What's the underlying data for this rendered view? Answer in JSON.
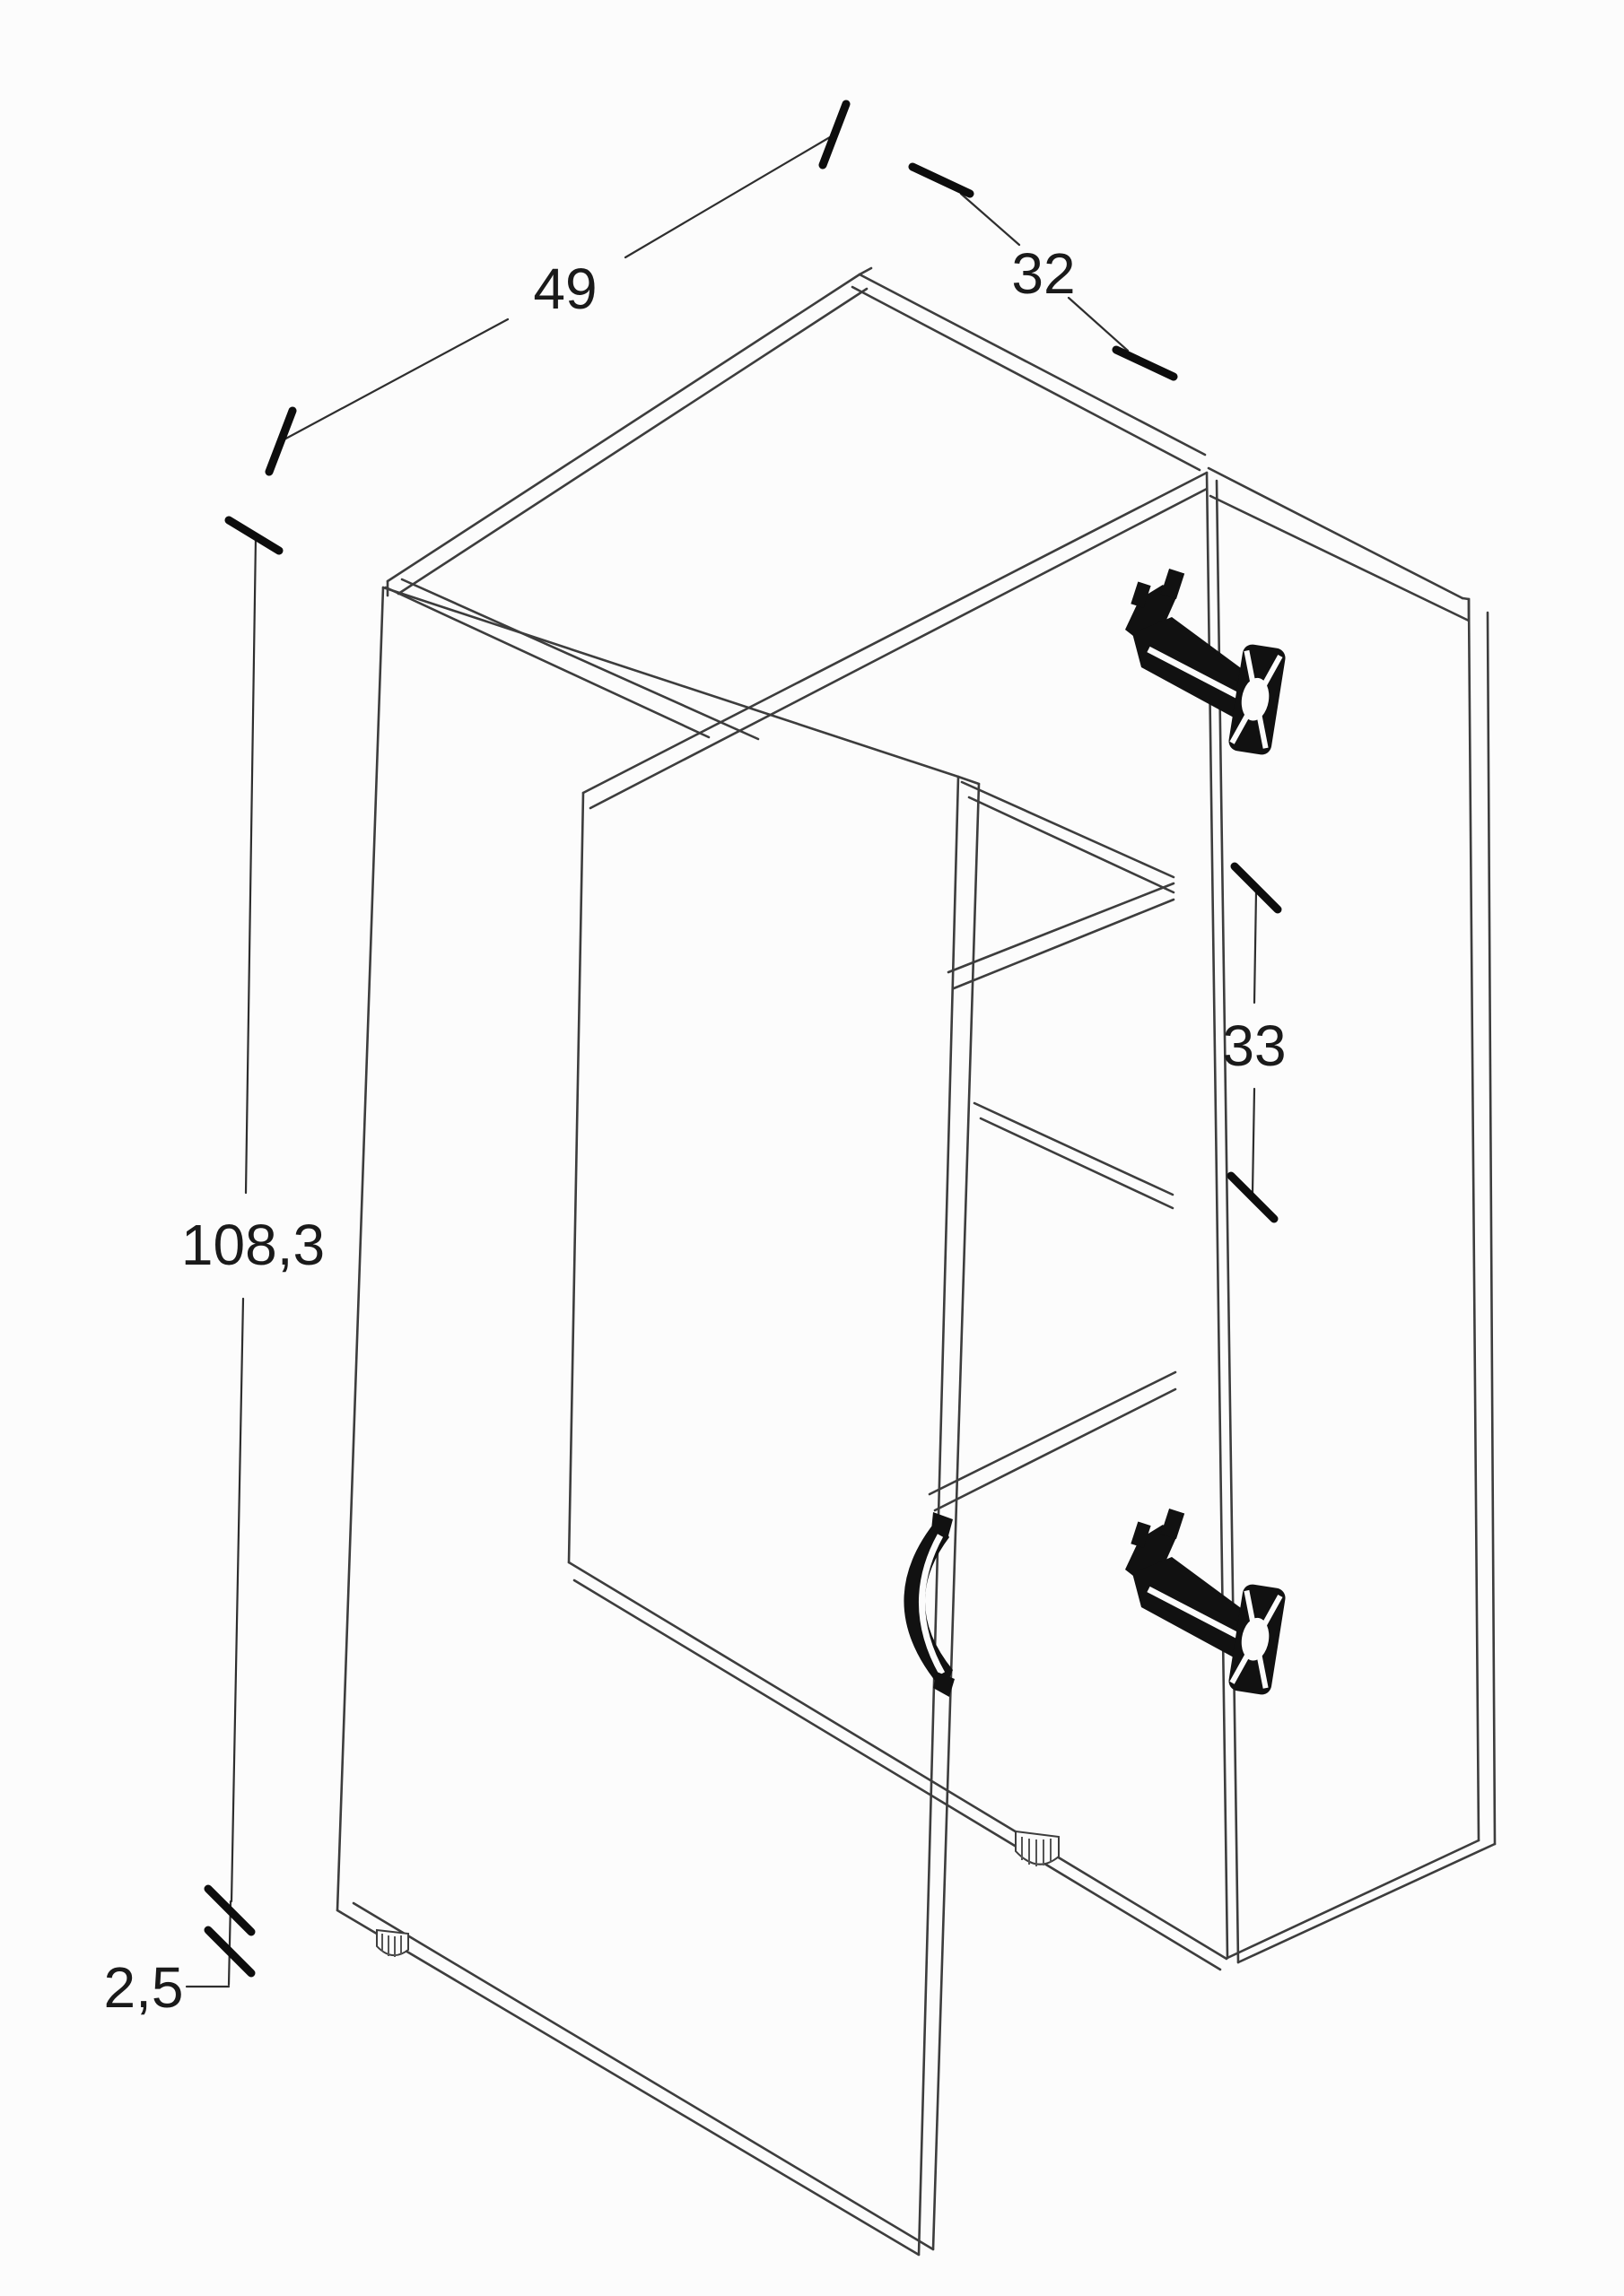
{
  "diagram": {
    "type": "furniture-dimension-drawing",
    "subject": "two-door cabinet shown open with shelves, hinges, handle and feet",
    "units_shown": "cm (implied, not printed)",
    "dimensions": {
      "width": {
        "value": "49",
        "meaning": "cabinet width along top front edge"
      },
      "depth": {
        "value": "32",
        "meaning": "cabinet depth along top side edge"
      },
      "height": {
        "value": "108,3",
        "meaning": "overall cabinet height"
      },
      "shelf_gap": {
        "value": "33",
        "meaning": "spacing between shelves"
      },
      "base_height": {
        "value": "2,5",
        "meaning": "foot / plinth height"
      }
    },
    "colors": {
      "background": "#fcfcfc",
      "drawing_line": "#3d3d3d",
      "dimension_line": "#2e2e2e",
      "tick": "#0d0d0d",
      "label": "#1a1a1a",
      "hardware": "#111111"
    },
    "parts": [
      "top-panel",
      "left-door-open",
      "right-door-open",
      "upper-euro-hinge",
      "lower-euro-hinge",
      "door-handle",
      "upper-shelf",
      "lower-shelf",
      "bottom-panel",
      "left-foot",
      "center-foot"
    ]
  }
}
